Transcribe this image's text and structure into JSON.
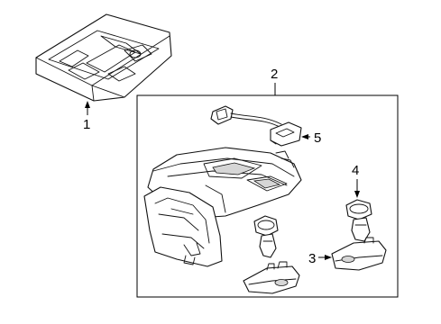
{
  "diagram": {
    "callouts": [
      {
        "id": "1",
        "label": "1"
      },
      {
        "id": "2",
        "label": "2"
      },
      {
        "id": "3",
        "label": "3"
      },
      {
        "id": "4",
        "label": "4"
      },
      {
        "id": "5",
        "label": "5"
      }
    ],
    "colors": {
      "line": "#000000",
      "background": "#ffffff",
      "shade": "#d6d6d6"
    }
  }
}
